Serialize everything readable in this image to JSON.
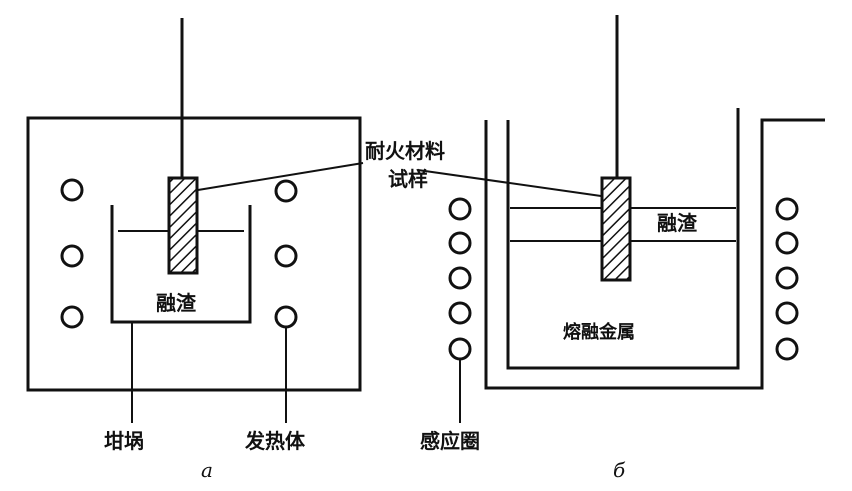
{
  "labels": {
    "refractory_sample_line1": "耐火材料",
    "refractory_sample_line2": "试样",
    "slag_a": "融渣",
    "slag_b": "融渣",
    "molten_metal": "熔融金属",
    "crucible": "坩埚",
    "heating_element": "发热体",
    "induction_coil": "感应圈",
    "subfig_a": "a",
    "subfig_b": "б"
  },
  "colors": {
    "ink": "#111111",
    "background": "#ffffff"
  }
}
